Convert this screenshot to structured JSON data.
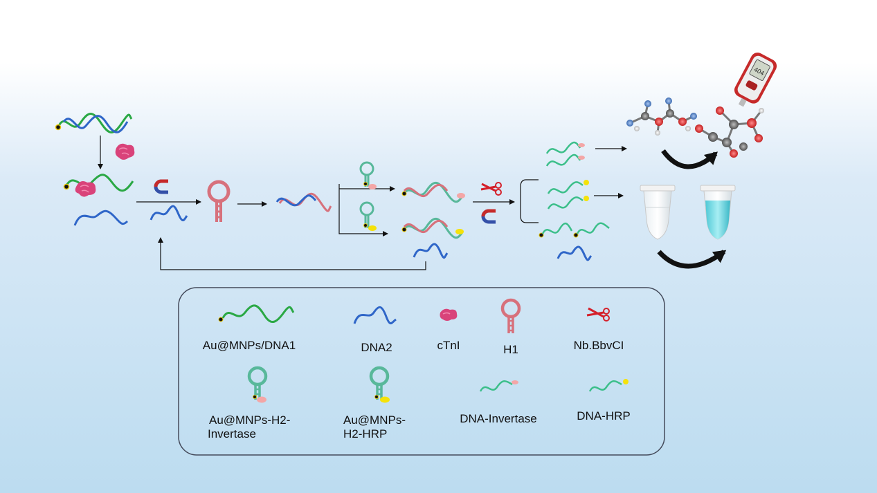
{
  "legend": {
    "row1": [
      "Au@MNPs/DNA1",
      "DNA2",
      "cTnI",
      "H1",
      "Nb.BbvCI"
    ],
    "row2_a_line1": "Au@MNPs-H2-",
    "row2_a_line2": "Invertase",
    "row2_b_line1": "Au@MNPs-",
    "row2_b_line2": "H2-HRP",
    "row2_c": "DNA-Invertase",
    "row2_d": "DNA-HRP"
  },
  "meter_display": "404",
  "icons": [
    "magnet-icon",
    "scissors-icon",
    "glucose-meter-icon",
    "tube-icon",
    "molecule-icon",
    "curved-arrow-icon",
    "protein-icon",
    "hairpin-icon",
    "dna-strand-icon"
  ],
  "colors": {
    "green_strand": "#2aa844",
    "blue_strand": "#2f66c8",
    "h1_hairpin": "#d7717c",
    "h2_hairpin": "#58b89a",
    "teal_strand": "#3cbf8a",
    "pink_label": "#f4a6a6",
    "yellow_label": "#f5e20a",
    "arrow": "#111111",
    "box_border": "#444a5a"
  }
}
